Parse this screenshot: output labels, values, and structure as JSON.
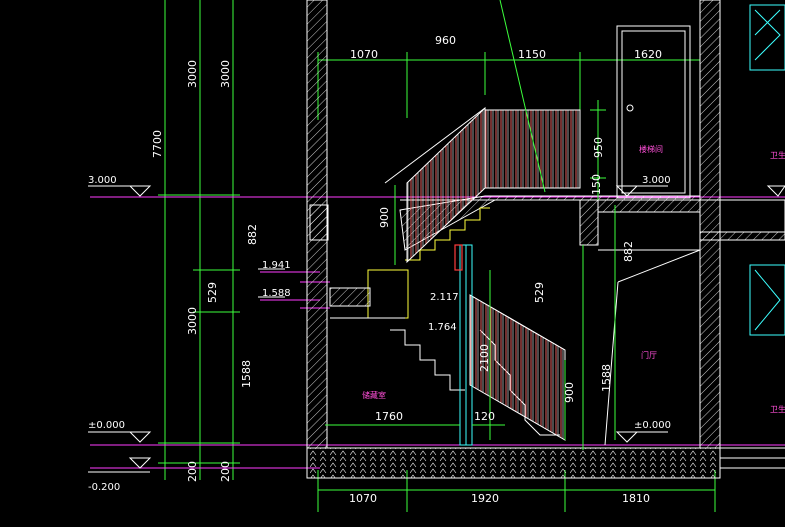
{
  "dimensions": {
    "top_1070": "1070",
    "top_960": "960",
    "top_1150": "1150",
    "top_1620": "1620",
    "left_3000_a": "3000",
    "left_3000_b": "3000",
    "left_7700": "7700",
    "left_882": "882",
    "left_529": "529",
    "left_3000_c": "3000",
    "left_1588": "1588",
    "left_200_a": "200",
    "left_200_b": "200",
    "v_950": "950",
    "v_150": "150",
    "v_900_a": "900",
    "v_882_b": "882",
    "v_529_b": "529",
    "v_2100": "2100",
    "v_900_b": "900",
    "v_1588_b": "1588",
    "h_1760": "1760",
    "h_120": "120",
    "bottom_1070": "1070",
    "bottom_1920": "1920",
    "bottom_1810": "1810"
  },
  "levels": {
    "lv_3000_left": "3.000",
    "lv_3000_right": "3.000",
    "lv_1941": "1.941",
    "lv_1588": "1.588",
    "lv_2117": "2.117",
    "lv_1764": "1.764",
    "lv_000_left": "±0.000",
    "lv_000_right": "±0.000",
    "lv_neg200": "-0.200"
  },
  "rooms": {
    "room_upper_right": "楼梯间",
    "room_stair_lower": "储藏室",
    "room_door": "门厅",
    "room_edge_upper": "卫生",
    "room_edge_lower": "卫生"
  },
  "colors": {
    "background": "#000000",
    "dimension_lines": "#3cff3c",
    "level_lines": "#ff3cff",
    "walls": "#ffffff",
    "stair_treads": "#ffff3c",
    "handrail": "#ffffff",
    "glazing": "#3cffff",
    "room_labels": "#ff4fd8"
  }
}
